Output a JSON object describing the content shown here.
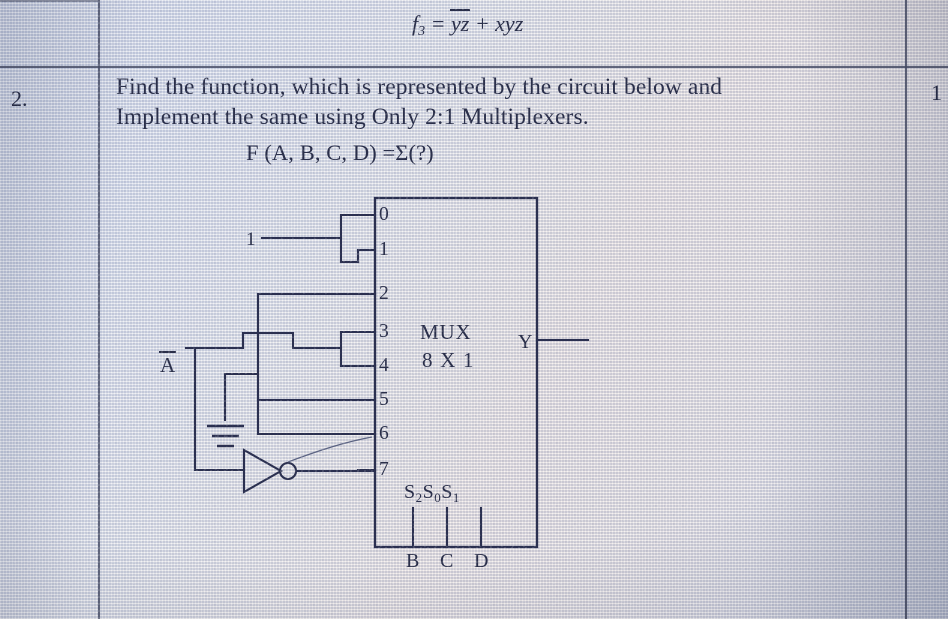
{
  "document": {
    "type": "scanned-exam-question",
    "top_formula": {
      "lhs": "f",
      "lhs_sub": "3",
      "eq": "=",
      "term1_a": "y",
      "term1_b": "z",
      "plus": "+",
      "term2": "xyz",
      "full_text": "f3 = ȳz̄ + xyz"
    },
    "question": {
      "number": "2.",
      "marks_column": "1",
      "line1": "Find the function, which is represented by the circuit below and",
      "line2": "Implement the same using Only 2:1 Multiplexers.",
      "line3": "F (A, B, C, D) =Σ(?)"
    }
  },
  "circuit": {
    "mux": {
      "title": "MUX",
      "subtitle": "8 X 1",
      "output_label": "Y",
      "inputs": [
        "0",
        "1",
        "2",
        "3",
        "4",
        "5",
        "6",
        "7"
      ],
      "select_labels": {
        "s2": "S",
        "s2_sub": "2",
        "s0": "S",
        "s0_sub": "0",
        "s1": "S",
        "s1_sub": "1"
      },
      "select_sources": [
        "B",
        "C",
        "D"
      ]
    },
    "signals": {
      "constant_one": "1",
      "a_complement": "A",
      "ground": "ground-symbol",
      "inverter": "not-gate"
    },
    "connections": [
      {
        "inputs": [
          "0",
          "1"
        ],
        "source": "1"
      },
      {
        "inputs": [
          "2"
        ],
        "source": "A-complement"
      },
      {
        "inputs": [
          "3",
          "4"
        ],
        "source": "A-complement"
      },
      {
        "inputs": [
          "5",
          "6"
        ],
        "source": "ground"
      },
      {
        "inputs": [
          "7"
        ],
        "source": "inverter-output"
      }
    ]
  },
  "colors": {
    "ink": "#2a2f4a",
    "rule": "#4a5068",
    "paper": "#dfe1e8"
  }
}
